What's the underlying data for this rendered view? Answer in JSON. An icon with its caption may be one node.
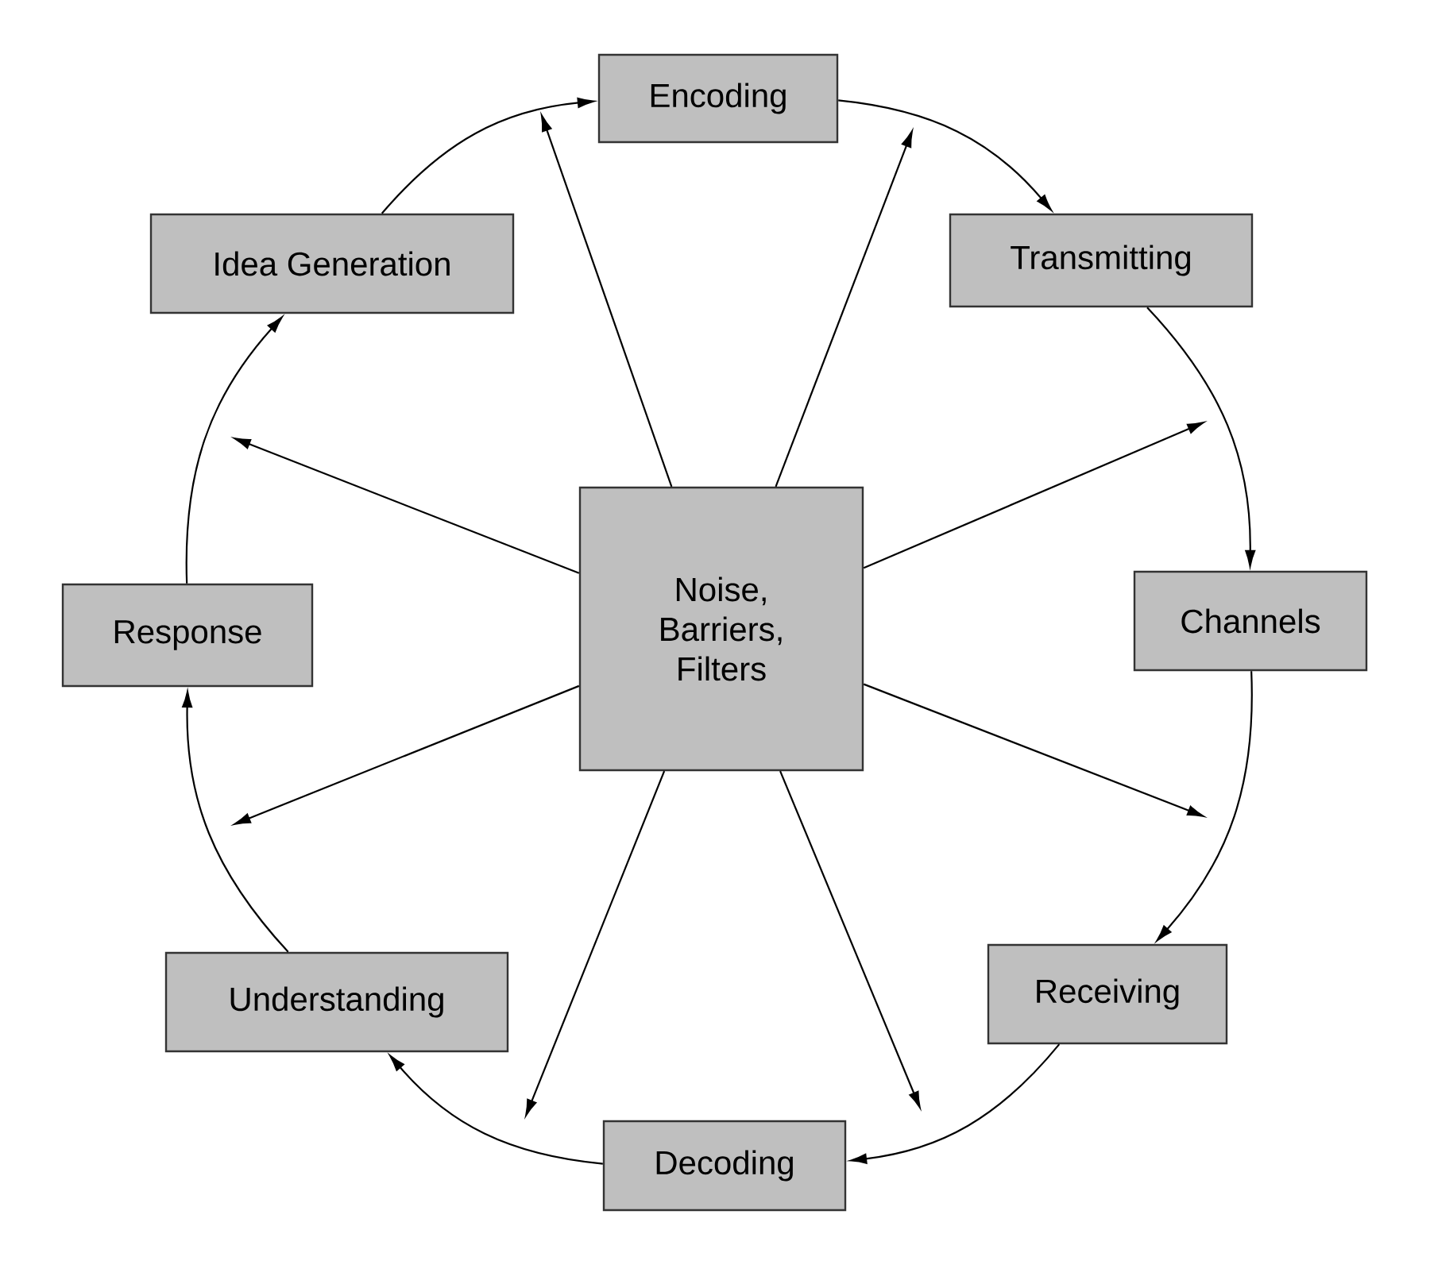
{
  "diagram": {
    "nodes": [
      {
        "text": [
          "Encoding"
        ]
      },
      {
        "text": [
          "Transmitting"
        ]
      },
      {
        "text": [
          "Channels"
        ]
      },
      {
        "text": [
          "Receiving"
        ]
      },
      {
        "text": [
          "Decoding"
        ]
      },
      {
        "text": [
          "Understanding"
        ]
      },
      {
        "text": [
          "Response"
        ]
      },
      {
        "text": [
          "Idea Generation"
        ]
      },
      {
        "text": [
          "Noise, Barriers, Filters"
        ]
      }
    ],
    "edges": [
      {
        "from": 7,
        "to": 0,
        "arrow": "to"
      },
      {
        "from": 0,
        "to": 1,
        "arrow": "to"
      },
      {
        "from": 1,
        "to": 2,
        "arrow": "to"
      },
      {
        "from": 2,
        "to": 3,
        "arrow": "to"
      },
      {
        "from": 3,
        "to": 4,
        "arrow": "to"
      },
      {
        "from": 4,
        "to": 5,
        "arrow": "to"
      },
      {
        "from": 5,
        "to": 6,
        "arrow": "to"
      },
      {
        "from": 6,
        "to": 7,
        "arrow": "to"
      },
      {
        "from": 8,
        "to": null,
        "arrow": "to"
      },
      {
        "from": 8,
        "to": null,
        "arrow": "to"
      },
      {
        "from": 8,
        "to": null,
        "arrow": "to"
      },
      {
        "from": 8,
        "to": null,
        "arrow": "to"
      },
      {
        "from": 8,
        "to": null,
        "arrow": "to"
      },
      {
        "from": 8,
        "to": null,
        "arrow": "to"
      },
      {
        "from": 8,
        "to": null,
        "arrow": "to"
      },
      {
        "from": 8,
        "to": null,
        "arrow": "to"
      }
    ]
  }
}
